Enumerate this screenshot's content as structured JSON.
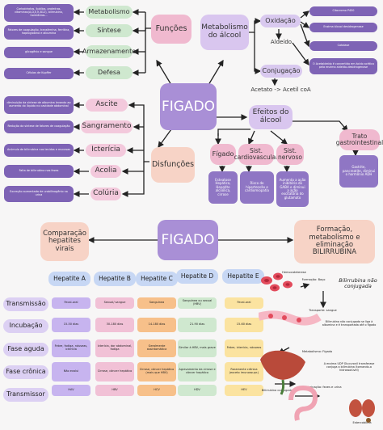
{
  "colors": {
    "purple": "#7e63b5",
    "lavender": "#cdbbe8",
    "green": "#cfe8cf",
    "pink": "#f3c9dc",
    "peach": "#f8ddd0",
    "teal": "#9fd4cf",
    "pink_table": "#f1c1d6",
    "orange": "#f7c08a",
    "yellow": "#fbe3a0",
    "violet": "#c7b4ef"
  },
  "top": {
    "center": "FIGADO",
    "funcoes": "Funções",
    "disfuncoes": "Disfunções",
    "metabolismo_alcool": "Metabolismo do álcool",
    "efeitos_alcool": "Efeitos do álcool",
    "funcoes_children": [
      "Metabolismo",
      "Síntese",
      "Armazenamento",
      "Defesa"
    ],
    "funcoes_details": [
      "Carboidratos, lipídios, proteínas, vitaminas(A,D,E,K,B12), bilirrubina, hormônios...",
      "Fatores de coagulação, transferrina, ferritina, haptoglobina e albumina",
      "glicogênio e sangue",
      "Células de Kupffer"
    ],
    "disf_children": [
      "Ascite",
      "Sangramento",
      "Icterícia",
      "Acolia",
      "Colúria"
    ],
    "disf_details": [
      "diminuição da síntese de albumina levando ao aumento do líquido no cavidade abdominal",
      "Redução da síntese de fatores de coagulação",
      "Acúmulo de bilirrubina nos tecidos e mucosas",
      "Falta de bilirrubina nas fezes",
      "Excreção aumentada de urobilinogênio na urina"
    ],
    "oxidacao": "Oxidação",
    "conjugacao": "Conjugação",
    "aldeido": "Aldeído",
    "acetato": "Acetato -> Acetil coA",
    "oxid_details": [
      "Citocromo P450",
      "Enzima álcool desidrogenase",
      "Catalase"
    ],
    "aldeido_detail": "O Acetaldeído é convertido em ácido acético pela enzima aldeído-desidrogenase",
    "efeitos_children": [
      "Fígado",
      "Sist. cardiovascular",
      "Sist. nervoso",
      "Trato gastrointestinal"
    ],
    "efeitos_details": [
      "Esteatose Hepática, Hepatite alcoólica, cirrose",
      "Risco de hipertensão e cardiomiopatia",
      "Aumenta a ação inibitória do GABA e diminui a ação excitatória do glutamato",
      "Gastrite, pancreatite, diminui o hormônio ADH"
    ]
  },
  "bottom": {
    "center": "FIGADO",
    "comparacao": "Comparação hepatites virais",
    "formacao": "Formação, metabolismo e eliminação BILIRRUBINA",
    "hepatites": [
      "Hepatite A",
      "Hepatite B",
      "Hepatite C",
      "Hepatite D",
      "Hepatite E"
    ],
    "rows": [
      "Transmissão",
      "Incubação",
      "Fase aguda",
      "Fase crônica",
      "Transmissor"
    ],
    "cells": [
      [
        "Fecal-oral",
        "Sexual/ sangue",
        "Sanguínea",
        "Sanguínea ou sexual (HBV)",
        "Fecal-oral"
      ],
      [
        "15-50 dias",
        "30-180 dias",
        "14-180 dias",
        "21-90 dias",
        "15-60 dias"
      ],
      [
        "Febre, fadiga, náuseas, icterícia",
        "Icterícia, dor abdominal, fadiga",
        "Geralmente assintomática",
        "Similar à HBV, mais grave",
        "Febre, icterícia, náuseas"
      ],
      [
        "Não evolui",
        "Cirrose, câncer hepático",
        "Cirrose, câncer hepático (mais que HBV)",
        "Agravamento da cirrose e câncer hepático",
        "Raramente crônica (exceto imunossupr.)"
      ],
      [
        "HAV",
        "HBV",
        "HCV",
        "HDV",
        "HEV"
      ]
    ],
    "bili_texts": [
      "Hemocateterese",
      "Formação: Baço",
      "Bilirrubina não conjugada",
      "Transporte: sangue",
      "Bilirrubina não conjugada se liga à albumina e é transportada até o fígado",
      "Metabolismo: Fígado",
      "A enzima UDP Glucuronil transferase conjuga a bilirrubina (tornando-a hidrossolúvel)",
      "Bilirrubina conjugada",
      "Eliminação: fezes e urina",
      "Estercobilina"
    ],
    "bili_heading": "Bilirrubina não conjugada"
  }
}
